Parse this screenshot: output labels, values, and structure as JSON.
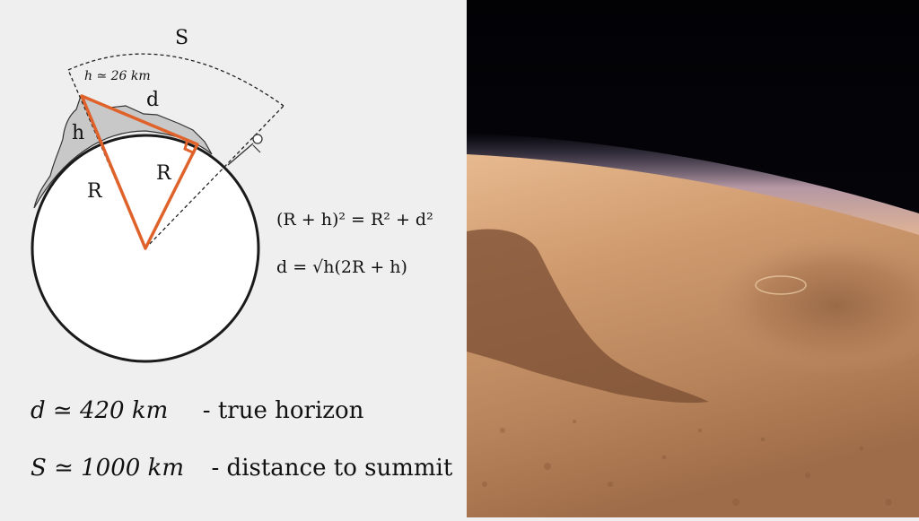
{
  "diagram": {
    "labels": {
      "S": "S",
      "h_top": "h ≃ 26 km",
      "d": "d",
      "h": "h",
      "R_left": "R",
      "R_right": "R"
    },
    "formulas": {
      "pythagoras": "(R + h)² = R² + d²",
      "d_eq": "d = √h(2R + h)"
    },
    "results": {
      "line1_math": "d ≃ 420 km",
      "line1_text": "- true horizon",
      "line2_math": "S ≃ 1000 km",
      "line2_text": "- distance to summit"
    },
    "colors": {
      "triangle": "#e0622b",
      "mountain": "#c8c8c8",
      "planet_outline": "#1a1a1a"
    }
  }
}
